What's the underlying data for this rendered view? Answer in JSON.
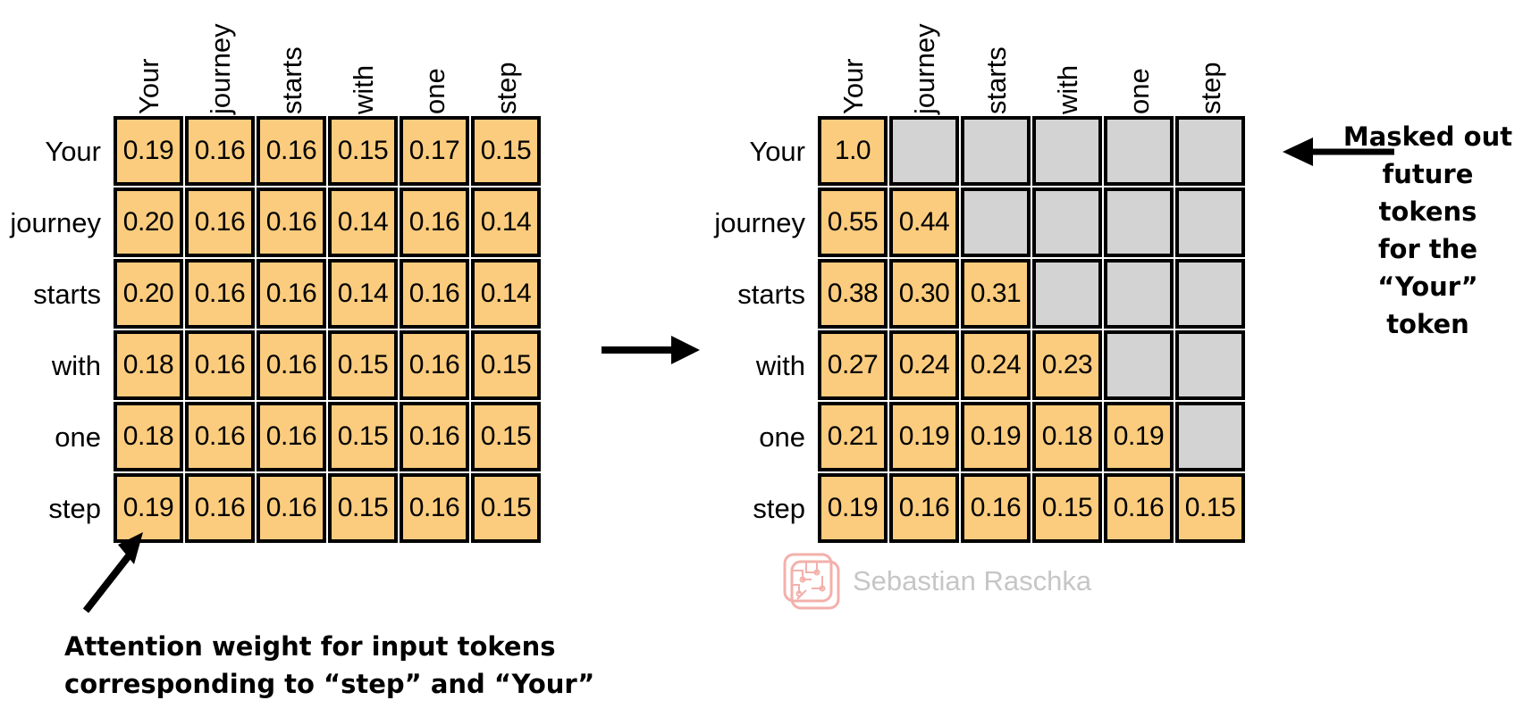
{
  "tokens": [
    "Your",
    "journey",
    "starts",
    "with",
    "one",
    "step"
  ],
  "colors": {
    "cell_fill": "#fbcc7e",
    "masked_fill": "#d3d3d3",
    "border": "#000000",
    "watermark_text": "#c6c6c6",
    "watermark_logo": "#f3b0ab"
  },
  "left_matrix": {
    "col_headers": [
      "Your",
      "journey",
      "starts",
      "with",
      "one",
      "step"
    ],
    "row_labels": [
      "Your",
      "journey",
      "starts",
      "with",
      "one",
      "step"
    ],
    "rows": [
      [
        "0.19",
        "0.16",
        "0.16",
        "0.15",
        "0.17",
        "0.15"
      ],
      [
        "0.20",
        "0.16",
        "0.16",
        "0.14",
        "0.16",
        "0.14"
      ],
      [
        "0.20",
        "0.16",
        "0.16",
        "0.14",
        "0.16",
        "0.14"
      ],
      [
        "0.18",
        "0.16",
        "0.16",
        "0.15",
        "0.16",
        "0.15"
      ],
      [
        "0.18",
        "0.16",
        "0.16",
        "0.15",
        "0.16",
        "0.15"
      ],
      [
        "0.19",
        "0.16",
        "0.16",
        "0.15",
        "0.16",
        "0.15"
      ]
    ],
    "masked": [
      [
        false,
        false,
        false,
        false,
        false,
        false
      ],
      [
        false,
        false,
        false,
        false,
        false,
        false
      ],
      [
        false,
        false,
        false,
        false,
        false,
        false
      ],
      [
        false,
        false,
        false,
        false,
        false,
        false
      ],
      [
        false,
        false,
        false,
        false,
        false,
        false
      ],
      [
        false,
        false,
        false,
        false,
        false,
        false
      ]
    ]
  },
  "right_matrix": {
    "col_headers": [
      "Your",
      "journey",
      "starts",
      "with",
      "one",
      "step"
    ],
    "row_labels": [
      "Your",
      "journey",
      "starts",
      "with",
      "one",
      "step"
    ],
    "rows": [
      [
        "1.0",
        "",
        "",
        "",
        "",
        ""
      ],
      [
        "0.55",
        "0.44",
        "",
        "",
        "",
        ""
      ],
      [
        "0.38",
        "0.30",
        "0.31",
        "",
        "",
        ""
      ],
      [
        "0.27",
        "0.24",
        "0.24",
        "0.23",
        "",
        ""
      ],
      [
        "0.21",
        "0.19",
        "0.19",
        "0.18",
        "0.19",
        ""
      ],
      [
        "0.19",
        "0.16",
        "0.16",
        "0.15",
        "0.16",
        "0.15"
      ]
    ],
    "masked": [
      [
        false,
        true,
        true,
        true,
        true,
        true
      ],
      [
        false,
        false,
        true,
        true,
        true,
        true
      ],
      [
        false,
        false,
        false,
        true,
        true,
        true
      ],
      [
        false,
        false,
        false,
        false,
        true,
        true
      ],
      [
        false,
        false,
        false,
        false,
        false,
        true
      ],
      [
        false,
        false,
        false,
        false,
        false,
        false
      ]
    ]
  },
  "annotations": {
    "masked_note_lines": [
      "Masked out",
      "future tokens",
      "for the “Your”",
      "token"
    ],
    "bottom_caption_lines": [
      "Attention weight for input tokens",
      "corresponding to “step” and “Your”"
    ]
  },
  "watermark": {
    "text": "Sebastian Raschka"
  },
  "icons": {
    "transform_arrow": "arrow-right-icon",
    "mask_callout_arrow": "arrow-left-icon",
    "caption_arrow": "arrow-up-right-icon",
    "watermark_logo": "circuit-logo-icon"
  }
}
